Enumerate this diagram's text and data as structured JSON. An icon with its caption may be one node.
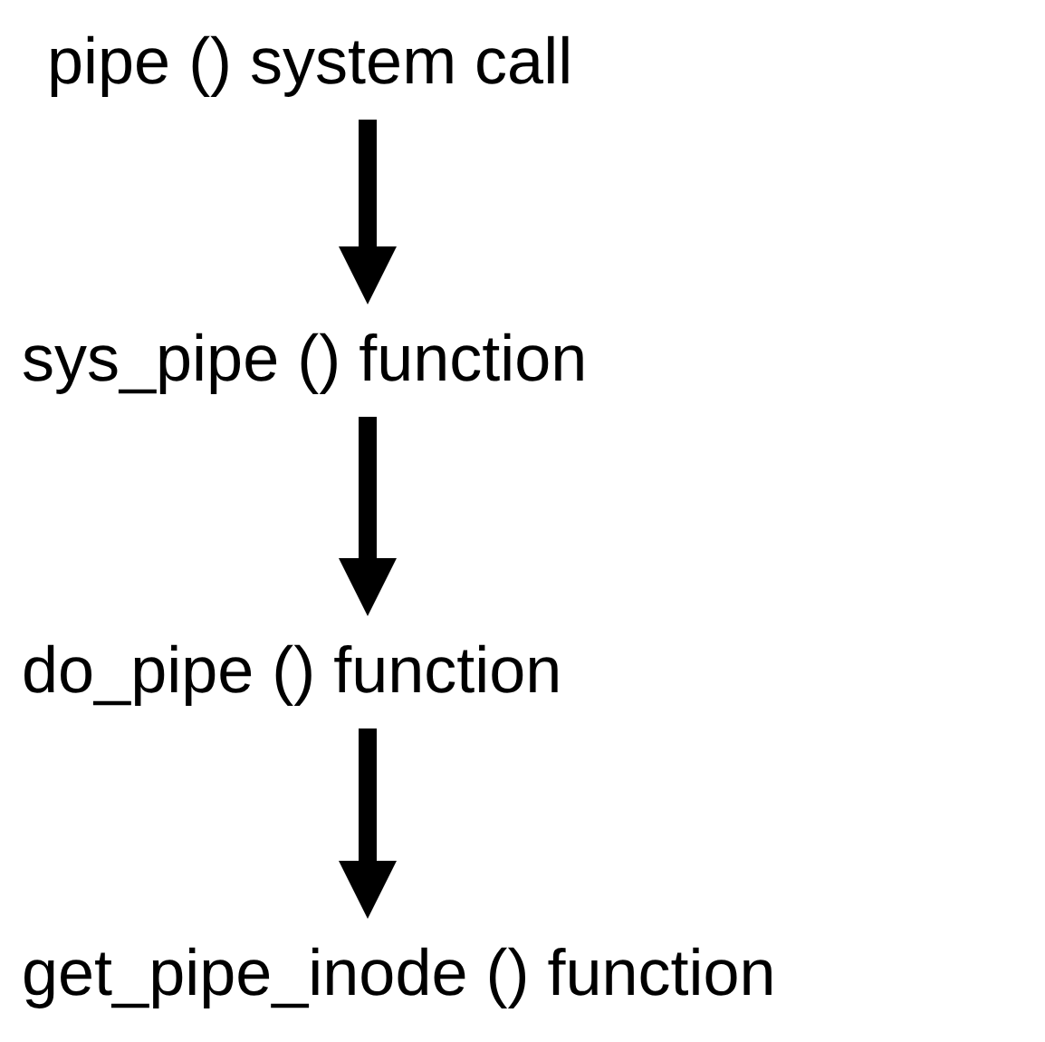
{
  "diagram": {
    "nodes": [
      {
        "text": [
          "pipe () system call"
        ]
      },
      {
        "text": [
          "sys_pipe () function"
        ]
      },
      {
        "text": [
          "do_pipe () function"
        ]
      },
      {
        "text": [
          "get_pipe_inode () function"
        ]
      }
    ],
    "edges": [
      {
        "from": 0,
        "to": 1,
        "arrow": "to"
      },
      {
        "from": 1,
        "to": 2,
        "arrow": "to"
      },
      {
        "from": 2,
        "to": 3,
        "arrow": "to"
      }
    ]
  }
}
